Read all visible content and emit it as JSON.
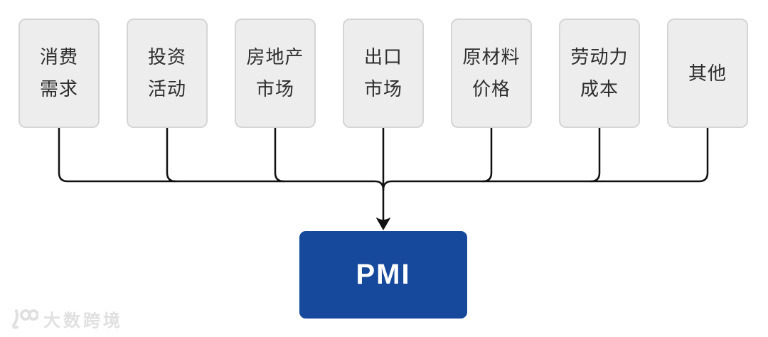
{
  "diagram": {
    "factors": [
      {
        "label": "消费\n需求"
      },
      {
        "label": "投资\n活动"
      },
      {
        "label": "房地产\n市场"
      },
      {
        "label": "出口\n市场"
      },
      {
        "label": "原材料\n价格"
      },
      {
        "label": "劳动力\n成本"
      },
      {
        "label": "其他"
      }
    ],
    "result": {
      "label": "PMI"
    },
    "colors": {
      "factor_bg": "#ededed",
      "factor_border": "#d5d5d5",
      "factor_text": "#2e2e2e",
      "connector": "#111111",
      "result_bg": "#16489b",
      "result_text": "#ffffff",
      "watermark": "#e0e0e0"
    }
  },
  "watermark": {
    "text": "大数跨境"
  }
}
